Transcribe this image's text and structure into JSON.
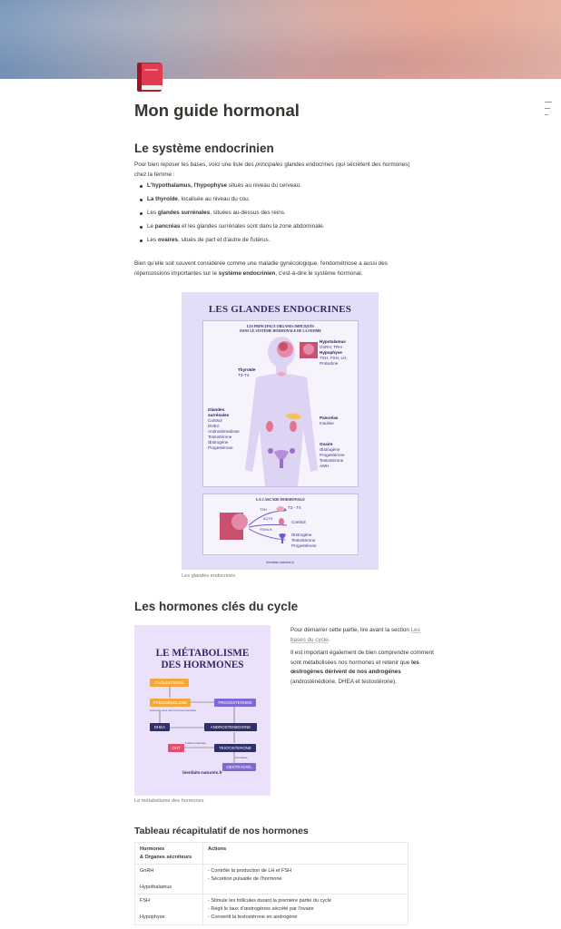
{
  "page": {
    "title": "Mon guide hormonal",
    "icon": "red-book-icon"
  },
  "colors": {
    "accent_book": "#e23b4f",
    "figure_bg": "#e4ddf7",
    "figure_text": "#2e2a66"
  },
  "section1": {
    "heading": "Le système endocrinien",
    "intro_a": "Pour bien reposer les bases, voici une liste des ",
    "intro_em": "principales",
    "intro_b": " glandes endocrines (qui sécrètent des hormones) chez la femme :",
    "bullets": [
      {
        "bold": "L'hypothalamus, l'hypophyse",
        "rest": " situés au niveau du cerveau."
      },
      {
        "bold": "La thyroïde",
        "rest": ", localisée au niveau du cou."
      },
      {
        "pre": "Les ",
        "bold": "glandes surrénales",
        "rest": ", situées au-dessus des reins."
      },
      {
        "pre": "Le ",
        "bold": "pancréas",
        "rest": " et les glandes surrénales sont dans la zone abdominale."
      },
      {
        "pre": "Les ",
        "bold": "ovaires",
        "rest": ", situés de part et d'autre de l'utérus."
      }
    ],
    "para2_a": "Bien qu'elle soit souvent considérée comme une maladie gynécologique, l'endométriose a aussi des répercussions importantes sur le ",
    "para2_bold": "système endocrinien",
    "para2_b": ", c'est-à-dire le système hormonal."
  },
  "figure1": {
    "title": "LES GLANDES ENDOCRINES",
    "subtitle_1": "LES PRINCIPAUX ORGANES IMPLIQUÉS",
    "subtitle_2": "DANS LE SYSTÈME HORMONALE DE LA FEMME",
    "hypothalamus": "Hypotalamus",
    "hypothalamus_h": "GnRH, TRH",
    "hypophyse": "Hypophyse",
    "hypophyse_h": "TSH, FSH, LH,",
    "hypophyse_h2": "Prolactine",
    "thyroide": "Thyroïde",
    "thyroide_h": "T3-T4",
    "surrenales_1": "Glandes",
    "surrenales_2": "surrénales",
    "surrenales_h": [
      "Cortisol",
      "DHEA",
      "Androstènedione",
      "Testostérone",
      "Œstrogène",
      "Progestérone"
    ],
    "pancreas": "Pancréas",
    "pancreas_h": "Insuline",
    "ovaire": "Ovaire",
    "ovaire_h": [
      "Œstrogène",
      "Progestérone",
      "Testostérone",
      "AMH"
    ],
    "cascade_title": "LA CASCADE HORMONALE",
    "cascade_tsh": "TSH",
    "cascade_acth": "ACTH",
    "cascade_fshlh": "FSH/LH",
    "cascade_t3": "T3 - T4",
    "cascade_cortisol": "Cortisol",
    "cascade_ovaire": [
      "Œstrogène",
      "Testostérone",
      "Progestérone"
    ],
    "footer": "bienfaits-naturels.fr",
    "caption": "Les glandes endocrines"
  },
  "section2": {
    "heading": "Les hormones clés du cycle",
    "p1_a": "Pour démarrer cette partie, lire avant la section ",
    "p1_link": "Les bases du cycle",
    "p1_b": ".",
    "p2_a": "Il est important également de bien comprendre comment sont métabolisées nos hormones et retenir que ",
    "p2_bold": "les œstrogènes dérivent de nos androgènes",
    "p2_b": " (androsténédione, DHEA et testostérone)."
  },
  "figure2": {
    "title_1": "LE MÉTABOLISME",
    "title_2": "DES HORMONES",
    "cholesterol": "CHOLESTEROL",
    "pregnenolone": "PREGNENOLONE",
    "note_mere": "Hormone mère des hormones stéroïdes",
    "progesterone": "PROGESTERONE",
    "dhea": "DHEA",
    "androstenedione": "ANDROSTENEDIONE",
    "dht": "DHT",
    "note_5a": "5 alpha réductase",
    "testosterone": "TESTOSTERONE",
    "note_arom": "aromatase",
    "oestradiol": "OESTRADIOL",
    "footer": "bienfaits-naturels.fr",
    "caption": "Le métabolisme des hormones"
  },
  "table": {
    "heading": "Tableau récapitulatif de nos hormones",
    "header_1a": "Hormones",
    "header_1b": "& Organes sécréteurs",
    "header_2": "Actions",
    "rows": [
      {
        "hormone": "GnRH",
        "organ": "Hypothalamus",
        "actions": [
          "- Contrôle la production de LH et FSH",
          "- Sécrétion pulsatile de l'hormone"
        ]
      },
      {
        "hormone": "FSH",
        "organ": "Hypophyse",
        "actions": [
          "- Stimule les follicules durant la première partie du cycle",
          "- Régit le taux d'œstrogènes sécrété par l'ovaire",
          "- Convertit la testostérone en androgène"
        ]
      }
    ]
  }
}
